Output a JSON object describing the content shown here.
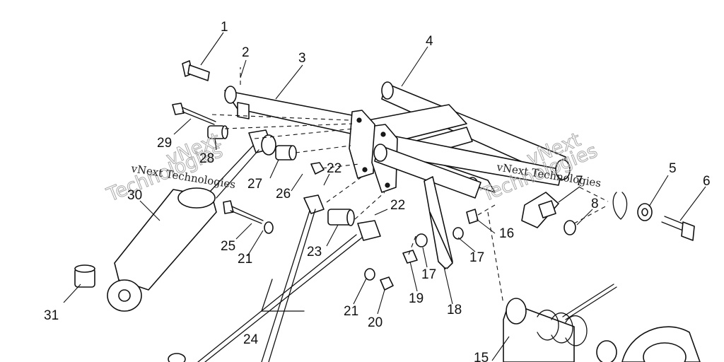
{
  "watermark": {
    "text_small": "vNext Technologies",
    "text_large_1": "vNext",
    "text_large_2": "Technologies"
  },
  "callouts": {
    "c1": "1",
    "c2": "2",
    "c3": "3",
    "c4": "4",
    "c5": "5",
    "c6": "6",
    "c7": "7",
    "c8": "8",
    "c15": "15",
    "c16": "16",
    "c17a": "17",
    "c17b": "17",
    "c18": "18",
    "c19": "19",
    "c20": "20",
    "c21a": "21",
    "c21b": "21",
    "c22a": "22",
    "c22b": "22",
    "c23": "23",
    "c24": "24",
    "c25": "25",
    "c26": "26",
    "c27": "27",
    "c28": "28",
    "c29": "29",
    "c30": "30",
    "c31": "31"
  }
}
